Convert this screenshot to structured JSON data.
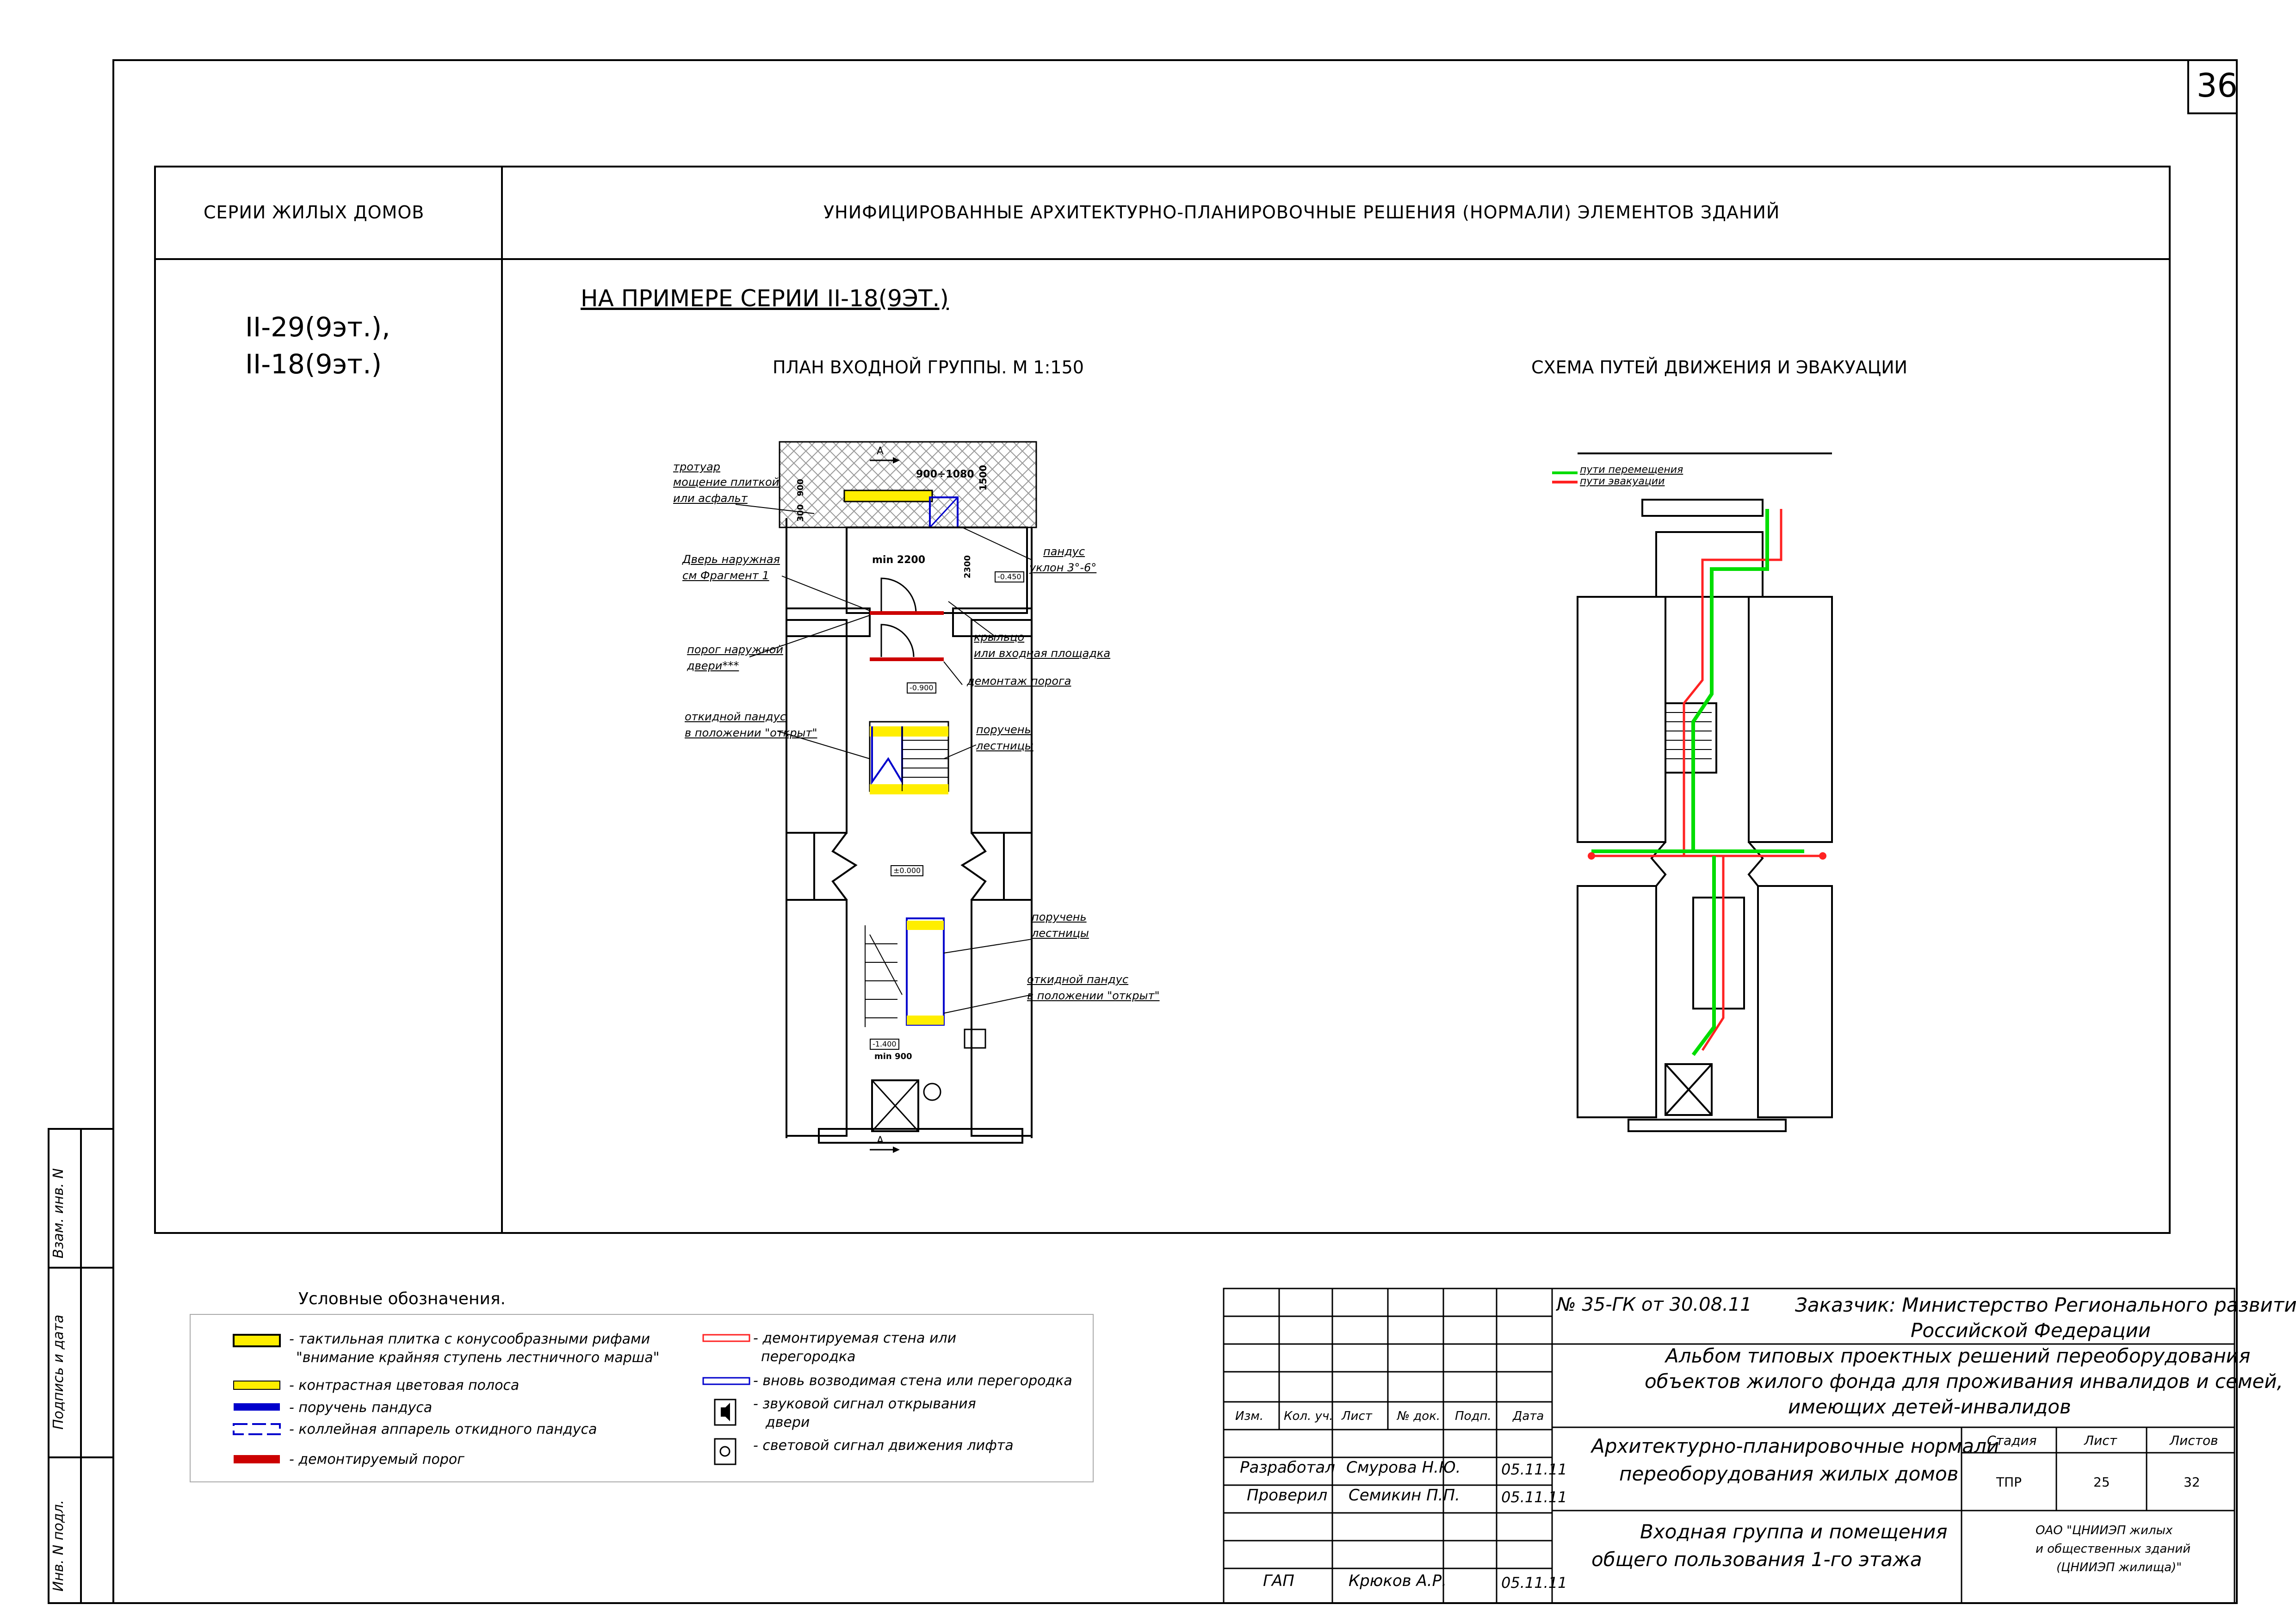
{
  "sheet_number": "36",
  "header": {
    "left": "СЕРИИ ЖИЛЫХ ДОМОВ",
    "right": "УНИФИЦИРОВАННЫЕ АРХИТЕКТУРНО-ПЛАНИРОВОЧНЫЕ РЕШЕНИЯ (НОРМАЛИ) ЭЛЕМЕНТОВ ЗДАНИЙ"
  },
  "series": [
    "II-29(9эт.),",
    "II-18(9эт.)"
  ],
  "subtitle": "НА ПРИМЕРЕ СЕРИИ II-18(9ЭТ.)",
  "plan": {
    "caption": "ПЛАН ВХОДНОЙ ГРУППЫ. М 1:150",
    "labels": {
      "sidewalk_1": "тротуар",
      "sidewalk_2": "мощение плиткой",
      "sidewalk_3": "или асфальт",
      "door_1": "Дверь наружная",
      "door_2": "см Фрагмент 1",
      "threshold_1": "порог наружной",
      "threshold_2": "двери***",
      "fold_ramp_1": "откидной пандус",
      "fold_ramp_2": "в положении \"открыт\"",
      "ramp_1": "пандус",
      "ramp_2": "уклон 3°-6°",
      "porch_1": "крыльцо",
      "porch_2": "или входная площадка",
      "demount": "демонтаж порога",
      "rail_1": "поручень",
      "rail_2": "лестницы",
      "rail_b1": "поручень",
      "rail_b2": "лестницы",
      "fold_ramp_b1": "откидной пандус",
      "fold_ramp_b2": "в положении \"открыт\"",
      "dim_top": "900÷1080",
      "dim_min": "min 2200",
      "dim_1500": "1500",
      "dim_min_small": "min 900",
      "section_mark": "А",
      "level_1": "-0.450",
      "level_2": "-0.900",
      "level_3": "±0.000",
      "level_4": "-1.400",
      "dim_300": "300",
      "dim_900": "900",
      "dim_2300": "2300"
    }
  },
  "scheme": {
    "caption": "СХЕМА ПУТЕЙ ДВИЖЕНИЯ И ЭВАКУАЦИИ",
    "legend": [
      "пути перемещения",
      "пути эвакуации"
    ],
    "colors": {
      "move": "#00dd00",
      "evac": "#ff2222"
    }
  },
  "legend": {
    "title": "Условные обозначения.",
    "left": [
      {
        "text": "- тактильная плитка с конусообразными рифами",
        "icon": "tactile-tile-icon"
      },
      {
        "text": "\"внимание крайняя ступень лестничного марша\""
      },
      {
        "text": "- контрастная цветовая полоса",
        "icon": "contrast-strip-icon"
      },
      {
        "text": "- поручень пандуса",
        "icon": "ramp-handrail-icon"
      },
      {
        "text": "- коллейная аппарель откидного пандуса",
        "icon": "ramp-track-icon"
      },
      {
        "text": "- демонтируемый порог",
        "icon": "demount-threshold-icon"
      }
    ],
    "right": [
      {
        "text": "- демонтируемая стена или",
        "icon": "demount-wall-icon"
      },
      {
        "text": "перегородка"
      },
      {
        "text": "- вновь возводимая стена или перегородка",
        "icon": "new-wall-icon"
      },
      {
        "text": "- звуковой сигнал открывания",
        "icon": "sound-signal-icon"
      },
      {
        "text": "двери"
      },
      {
        "text": "- световой сигнал движения лифта",
        "icon": "light-signal-icon"
      }
    ]
  },
  "title_block": {
    "contract": "№ 35-ГК от 30.08.11",
    "customer_1": "Заказчик: Министерство Регионального развития",
    "customer_2": "Российской Федерации",
    "album_1": "Альбом типовых проектных решений переоборудования",
    "album_2": "объектов жилого фонда для проживания инвалидов и семей,",
    "album_3": "имеющих детей-инвалидов",
    "col_headers": [
      "Изм.",
      "Кол. уч.",
      "Лист",
      "№ док.",
      "Подп.",
      "Дата"
    ],
    "people": [
      {
        "role": "Разработал",
        "name": "Смурова Н.Ю.",
        "date": "05.11.11"
      },
      {
        "role": "Проверил",
        "name": "Семикин П.П.",
        "date": "05.11.11"
      },
      {
        "role": "ГАП",
        "name": "Крюков А.Р.",
        "date": "05.11.11"
      }
    ],
    "doc_1": "Архитектурно-планировочные нормали",
    "doc_2": "переоборудования жилых домов",
    "sheet_1": "Входная группа и помещения",
    "sheet_2": "общего пользования 1-го этажа",
    "stage_label": "Стадия",
    "list_label": "Лист",
    "lists_label": "Листов",
    "stage": "ТПР",
    "list": "25",
    "lists": "32",
    "org_1": "ОАО \"ЦНИИЭП жилых",
    "org_2": "и общественных зданий",
    "org_3": "(ЦНИИЭП жилища)\""
  },
  "side_stamps": [
    "Взам. инв. N",
    "Подпись и дата",
    "Инв. N подл."
  ]
}
